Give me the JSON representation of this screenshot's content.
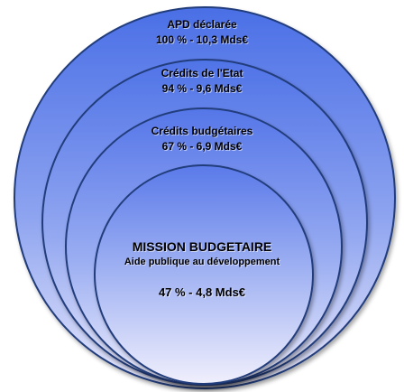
{
  "diagram": {
    "rings": [
      {
        "id": "apd",
        "label": "APD déclarée",
        "value": "100 % - 10,3 Mds€"
      },
      {
        "id": "credits-etat",
        "label": "Crédits de l'Etat",
        "value": "94 % - 9,6 Mds€"
      },
      {
        "id": "credits-budgetaires",
        "label": "Crédits budgétaires",
        "value": "67 % - 6,9 Mds€"
      },
      {
        "id": "mission",
        "label": "MISSION  BUDGETAIRE",
        "sublabel": "Aide publique au développement",
        "value": "47 % - 4,8 Mds€"
      }
    ],
    "colors": {
      "ring_top": "#4F74E8",
      "ring_bottom": "#E7E7FA",
      "outline": "#1F3A78"
    }
  }
}
